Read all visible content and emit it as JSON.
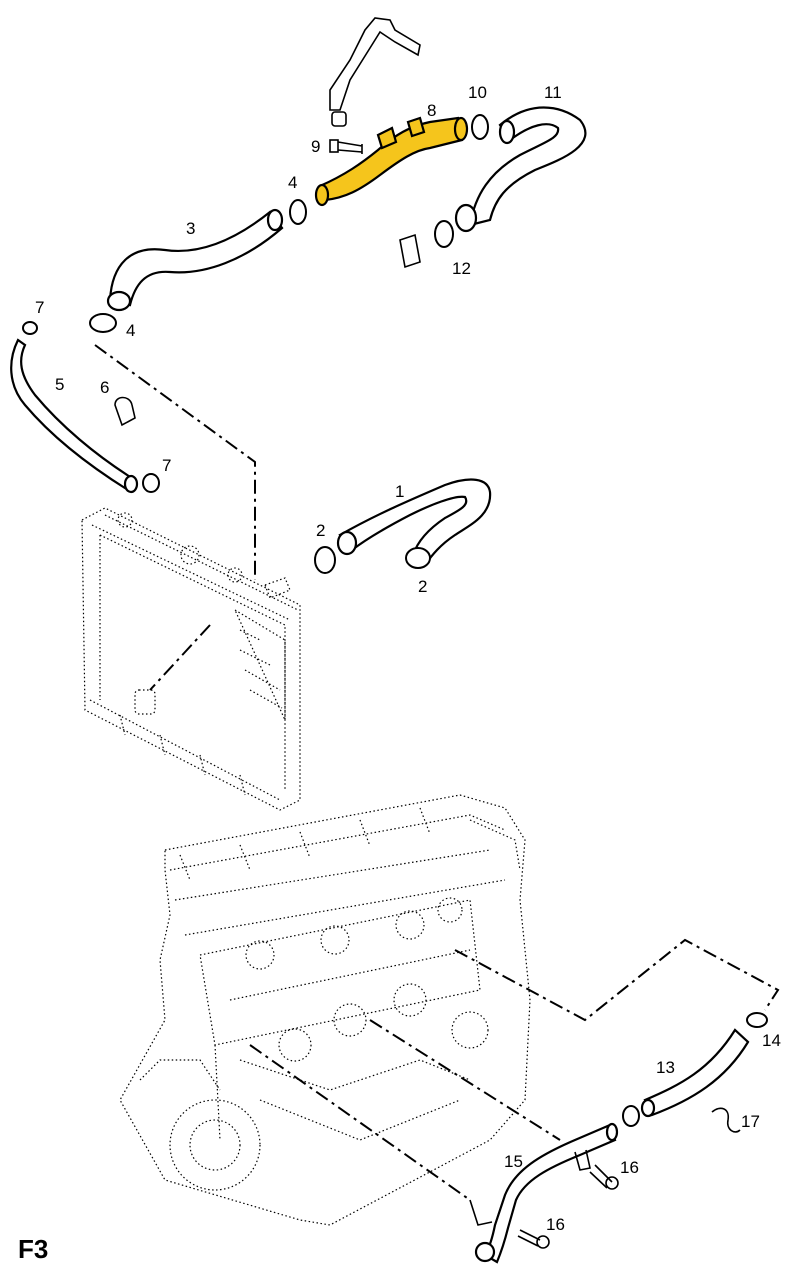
{
  "diagram": {
    "figure_tag": "F3",
    "highlight_color": "#F5C51C",
    "callouts": [
      {
        "id": "c1",
        "text": "1"
      },
      {
        "id": "c2a",
        "text": "2"
      },
      {
        "id": "c2b",
        "text": "2"
      },
      {
        "id": "c3",
        "text": "3"
      },
      {
        "id": "c4a",
        "text": "4"
      },
      {
        "id": "c4b",
        "text": "4"
      },
      {
        "id": "c5",
        "text": "5"
      },
      {
        "id": "c6",
        "text": "6"
      },
      {
        "id": "c7a",
        "text": "7"
      },
      {
        "id": "c7b",
        "text": "7"
      },
      {
        "id": "c8",
        "text": "8"
      },
      {
        "id": "c9",
        "text": "9"
      },
      {
        "id": "c10",
        "text": "10"
      },
      {
        "id": "c11",
        "text": "11"
      },
      {
        "id": "c12",
        "text": "12"
      },
      {
        "id": "c13",
        "text": "13"
      },
      {
        "id": "c14",
        "text": "14"
      },
      {
        "id": "c15",
        "text": "15"
      },
      {
        "id": "c16a",
        "text": "16"
      },
      {
        "id": "c16b",
        "text": "16"
      },
      {
        "id": "c17",
        "text": "17"
      }
    ]
  }
}
